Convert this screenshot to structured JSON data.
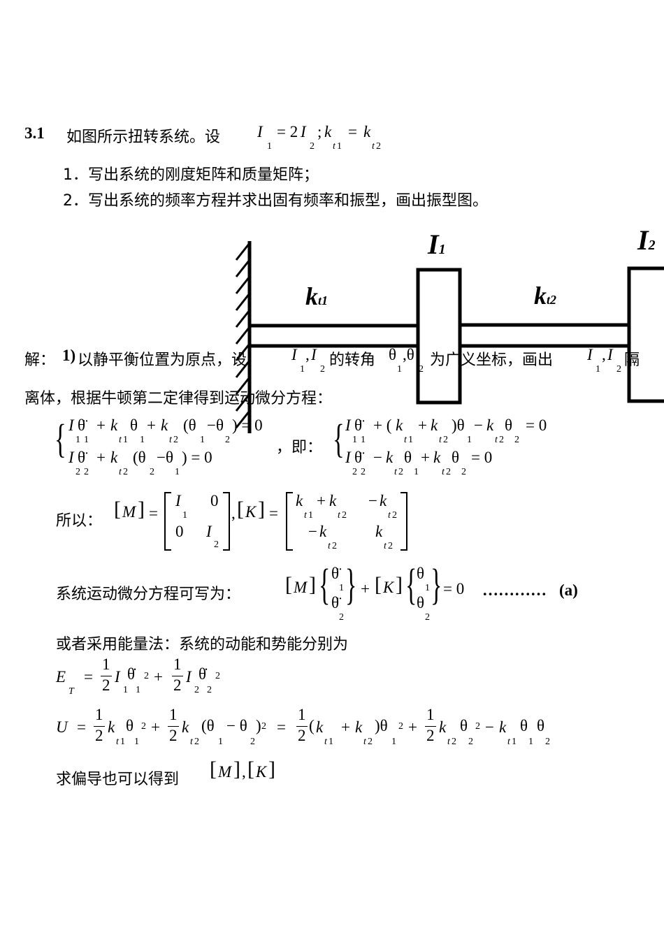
{
  "problem": {
    "number": "3.1",
    "stem": "如图所示扭转系统。设",
    "condition": "I₁ = 2I₂ ; k_t1 = k_t2",
    "item1": "1．写出系统的刚度矩阵和质量矩阵；",
    "item2": "2．写出系统的频率方程并求出固有频率和振型，画出振型图。"
  },
  "figure": {
    "label_I1": "I₁",
    "label_I2": "I₂",
    "label_kt1": "k_t1",
    "label_kt2": "k_t2"
  },
  "solution": {
    "line1_prefix": "解：",
    "line1_step": "1)",
    "line1_a": "以静平衡位置为原点，设",
    "line1_b": "的转角",
    "line1_c": "为广义坐标，画出",
    "line1_d": "隔",
    "line2": "离体，根据牛顿第二定律得到运动微分方程：",
    "eq_sys1_row1": "I₁θ̈₁ + k_t1θ₁ + k_t2(θ₁ − θ₂) = 0",
    "eq_sys1_row2": "I₂θ̈₂ + k_t2(θ₂ − θ₁) = 0",
    "ji": "，即：",
    "eq_sys2_row1": "I₁θ̈₁ + (k_t1 + k_t2)θ₁ − k_t2θ₂ = 0",
    "eq_sys2_row2": "I₂θ̈₂ − k_t2θ₁ + k_t2θ₂ = 0",
    "suoyi": "所以：",
    "matrix_M": "[M] = [I₁ 0; 0 I₂]",
    "matrix_K": "[K] = [k_t1 + k_t2  −k_t2; −k_t2  k_t2]",
    "sys_eq_label": "系统运动微分方程可写为：",
    "sys_eq": "[M]{θ̈₁; θ̈₂} + [K]{θ₁; θ₂} = 0",
    "dots": "…………",
    "eq_tag": "(a)",
    "energy_intro": "或者采用能量法：系统的动能和势能分别为",
    "ET": "E_T = ½ I₁θ̇₁² + ½ I₂θ̇₂²",
    "U": "U = ½ k_t1θ₁² + ½ k_t2(θ₁ − θ₂)² = ½(k_t1 + k_t2)θ₁² + ½ k_t2θ₂² − k_t1θ₁θ₂",
    "final_prefix": "求偏导也可以得到",
    "final_math": "[M], [K]"
  }
}
